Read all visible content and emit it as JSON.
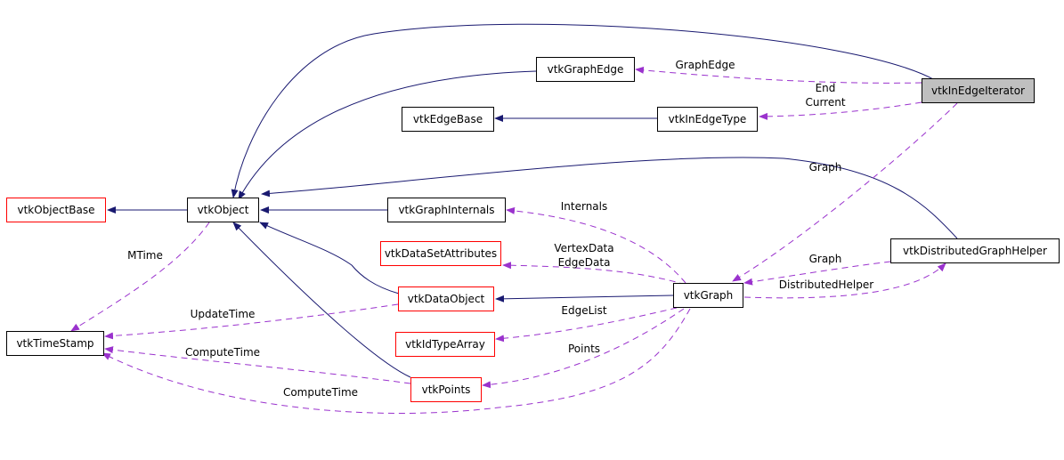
{
  "nodes": {
    "vtkInEdgeIterator": "vtkInEdgeIterator",
    "vtkGraphEdge": "vtkGraphEdge",
    "vtkEdgeBase": "vtkEdgeBase",
    "vtkInEdgeType": "vtkInEdgeType",
    "vtkObjectBase": "vtkObjectBase",
    "vtkObject": "vtkObject",
    "vtkGraphInternals": "vtkGraphInternals",
    "vtkDataSetAttributes": "vtkDataSetAttributes",
    "vtkDistributedGraphHelper": "vtkDistributedGraphHelper",
    "vtkDataObject": "vtkDataObject",
    "vtkGraph": "vtkGraph",
    "vtkTimeStamp": "vtkTimeStamp",
    "vtkIdTypeArray": "vtkIdTypeArray",
    "vtkPoints": "vtkPoints"
  },
  "edge_labels": {
    "graph_edge": "GraphEdge",
    "end": "End",
    "current": "Current",
    "graph_iter": "Graph",
    "internals": "Internals",
    "mtime": "MTime",
    "vertex_data": "VertexData",
    "edge_data": "EdgeData",
    "graph_helper": "Graph",
    "distributed_helper": "DistributedHelper",
    "update_time": "UpdateTime",
    "edge_list": "EdgeList",
    "points": "Points",
    "compute_time_points": "ComputeTime",
    "compute_time_graph": "ComputeTime"
  },
  "colors": {
    "inheritance": "#191970",
    "usage": "#9a32cd",
    "highlight_fill": "#bfbfbf",
    "node_border": "#000000",
    "undocumented_border": "#ff0000"
  }
}
